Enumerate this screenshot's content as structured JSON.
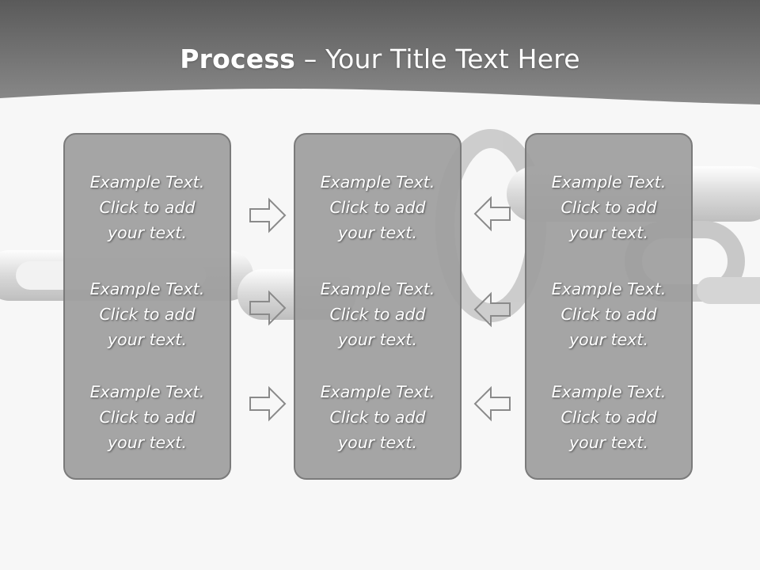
{
  "title": {
    "bold": "Process",
    "rest": " – Your Title Text Here"
  },
  "panels": [
    {
      "items": [
        [
          "Example Text.",
          "Click  to add",
          "your text."
        ],
        [
          "Example Text.",
          "Click  to add",
          "your text."
        ],
        [
          "Example Text.",
          "Click  to add",
          "your text."
        ]
      ]
    },
    {
      "items": [
        [
          "Example Text.",
          "Click  to add",
          "your text."
        ],
        [
          "Example Text.",
          "Click  to add",
          "your text."
        ],
        [
          "Example Text.",
          "Click  to add",
          "your text."
        ]
      ]
    },
    {
      "items": [
        [
          "Example Text.",
          "Click  to add",
          "your text."
        ],
        [
          "Example Text.",
          "Click  to add",
          "your text."
        ],
        [
          "Example Text.",
          "Click  to add",
          "your text."
        ]
      ]
    }
  ],
  "arrows": {
    "left_group": "right-arrow-icon",
    "right_group": "left-arrow-icon"
  },
  "colors": {
    "header": "#6e6e6e",
    "panel": "#9e9e9e",
    "panel_border": "#7b7b7b",
    "text": "#ffffff"
  }
}
